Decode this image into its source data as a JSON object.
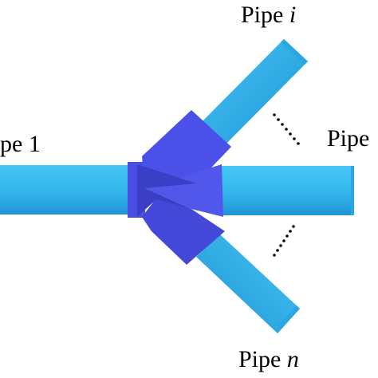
{
  "labels": {
    "pipe_1": {
      "prefix": "pe",
      "index": "1"
    },
    "pipe_i": {
      "prefix": "Pipe",
      "index": "i"
    },
    "pipe_right": {
      "prefix": "Pipe",
      "index": ""
    },
    "pipe_n": {
      "prefix": "Pipe",
      "index": "n"
    }
  },
  "colors": {
    "pipe": "#35b8ee",
    "pipe_shade": "#1f8fd0",
    "junction": "#4b50e6",
    "junction_shade": "#3a3ec4",
    "dots": "#000000",
    "background": "#ffffff"
  }
}
